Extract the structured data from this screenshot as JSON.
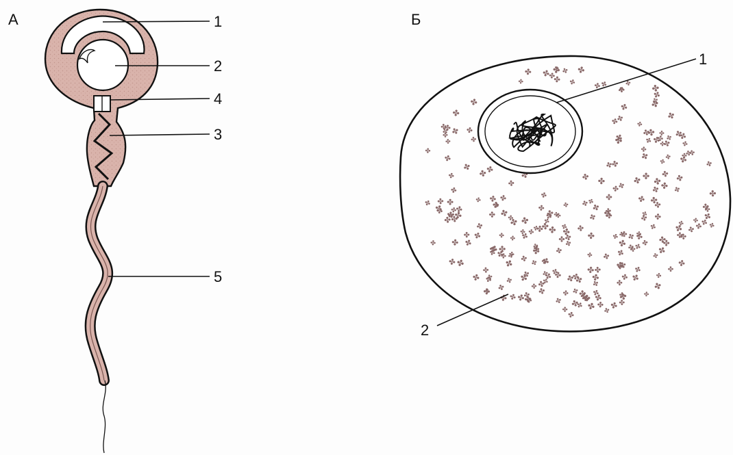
{
  "panels": {
    "a": {
      "letter": "А",
      "callouts": [
        {
          "key": "acrosome",
          "text": "1"
        },
        {
          "key": "nucleus",
          "text": "2"
        },
        {
          "key": "midpiece",
          "text": "3"
        },
        {
          "key": "centriole",
          "text": "4"
        },
        {
          "key": "tail",
          "text": "5"
        }
      ]
    },
    "b": {
      "letter": "Б",
      "callouts": [
        {
          "key": "nucleus",
          "text": "1"
        },
        {
          "key": "yolk",
          "text": "2"
        }
      ]
    }
  },
  "colors": {
    "cell_fill": "#d9b3ab",
    "outline": "#111111",
    "granule": "#8a6a6a",
    "background": "#fdfdfd"
  }
}
